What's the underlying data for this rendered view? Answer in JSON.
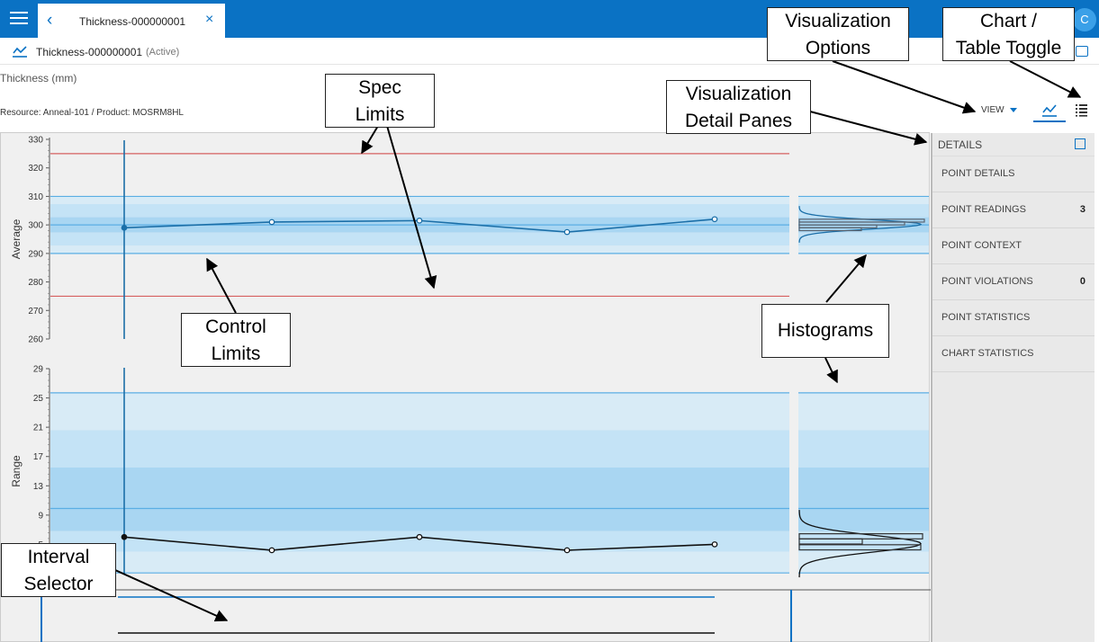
{
  "topbar": {
    "tab_label": "Thickness-000000001",
    "back_icon": "‹",
    "close_icon": "×",
    "avatar_initial": "C"
  },
  "subheader": {
    "name": "Thickness-000000001",
    "status": "(Active)"
  },
  "page_title": "Thickness (mm)",
  "resource_info": "Resource: Anneal-101 / Product: MOSRM8HL",
  "toolbar": {
    "view_label": "VIEW"
  },
  "details": {
    "title": "DETAILS",
    "items": [
      {
        "label": "POINT DETAILS",
        "count": ""
      },
      {
        "label": "POINT READINGS",
        "count": "3"
      },
      {
        "label": "POINT CONTEXT",
        "count": ""
      },
      {
        "label": "POINT VIOLATIONS",
        "count": "0"
      },
      {
        "label": "POINT STATISTICS",
        "count": ""
      },
      {
        "label": "CHART STATISTICS",
        "count": ""
      }
    ]
  },
  "annotations": {
    "spec_limits": [
      "Spec",
      "Limits"
    ],
    "control_limits": [
      "Control",
      "Limits"
    ],
    "interval_selector": [
      "Interval",
      "Selector"
    ],
    "histograms": [
      "Histograms"
    ],
    "visualization_options": [
      "Visualization",
      "Options"
    ],
    "chart_table_toggle": [
      "Chart /",
      "Table Toggle"
    ],
    "visualization_detail_panes": [
      "Visualization",
      "Detail Panes"
    ]
  },
  "colors": {
    "accent": "#0a72c4",
    "control_line": "#5aaee4",
    "spec_line": "#d66060",
    "band_dark": "#a9d6f2",
    "band_mid": "#c4e3f6",
    "band_light": "#d8ebf6",
    "range_series": "#111111",
    "average_series": "#1b6fa8"
  },
  "chart_data": [
    {
      "type": "line",
      "name": "average",
      "ylabel": "Average",
      "ylim": [
        260,
        330
      ],
      "yticks": [
        260,
        270,
        280,
        290,
        300,
        310,
        320,
        330
      ],
      "x": [
        1,
        2,
        3,
        4,
        5
      ],
      "values": [
        299,
        301,
        301.5,
        297.5,
        302
      ],
      "ucl": 310,
      "lcl": 290,
      "center": 300,
      "usl": 325,
      "lsl": 275,
      "zones": [
        292.7,
        297.3,
        302.7,
        307.3
      ]
    },
    {
      "type": "line",
      "name": "range",
      "ylabel": "Range",
      "ylim": [
        1,
        29
      ],
      "yticks": [
        5,
        9,
        13,
        17,
        21,
        25,
        29
      ],
      "x": [
        1,
        2,
        3,
        4,
        5
      ],
      "values": [
        6,
        4.2,
        6,
        4.2,
        5
      ],
      "ucl": 25.7,
      "lcl": 1.1,
      "center": 9.9,
      "zones": [
        4,
        6.8,
        15.5,
        20.6
      ]
    }
  ]
}
